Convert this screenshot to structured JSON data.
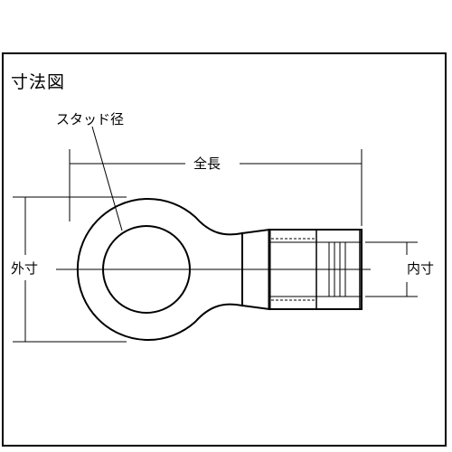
{
  "title": "寸法図",
  "labels": {
    "stud_diameter": "スタッド径",
    "total_length": "全長",
    "outer_dimension": "外寸",
    "inner_dimension": "内寸"
  },
  "colors": {
    "line": "#000000",
    "background": "#ffffff"
  }
}
